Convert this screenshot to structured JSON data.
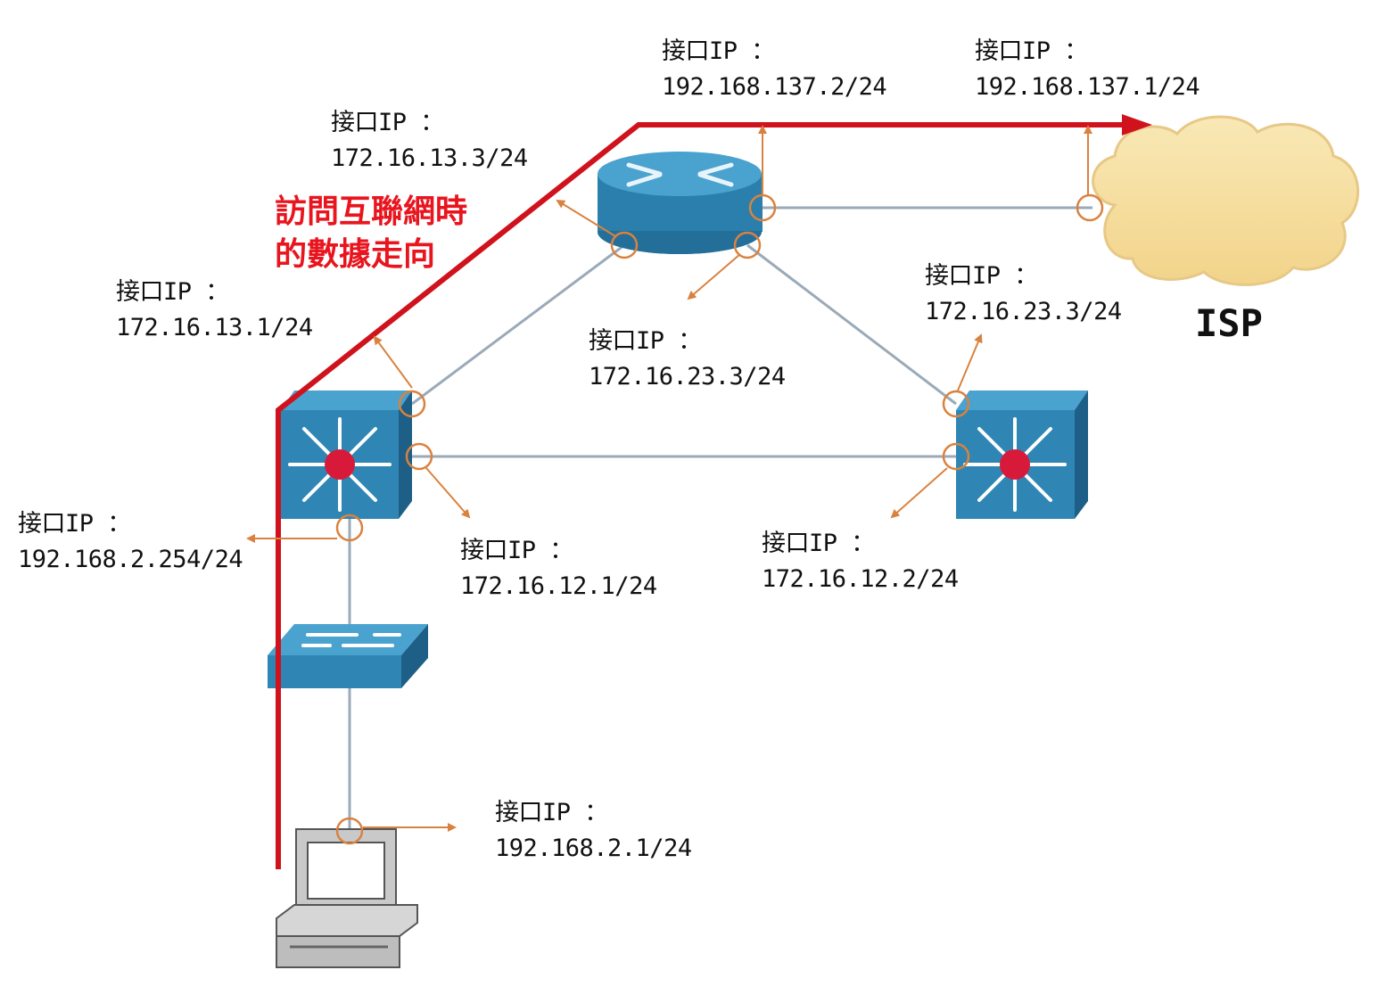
{
  "colors": {
    "data_path": "#d0121c",
    "caption": "#e8141e",
    "link_line": "#9aaab8",
    "pointer": "#d9823f",
    "device_blue": "#2f86b4",
    "device_blue_dark": "#1d5f86",
    "cloud_fill": "#f6dfa3"
  },
  "devices": {
    "router": {
      "icon": "router-icon"
    },
    "core_switch_left": {
      "icon": "multilayer-switch-icon"
    },
    "core_switch_right": {
      "icon": "multilayer-switch-icon"
    },
    "access_switch": {
      "icon": "workgroup-switch-icon"
    },
    "pc": {
      "icon": "workstation-icon"
    },
    "isp": {
      "icon": "cloud-icon",
      "label": "ISP"
    }
  },
  "caption": {
    "line1": "訪問互聯網時",
    "line2": "的數據走向"
  },
  "interfaces": [
    {
      "id": "router_up",
      "title": "接口IP ：",
      "ip": "192.168.137.2/24"
    },
    {
      "id": "isp_up",
      "title": "接口IP ：",
      "ip": "192.168.137.1/24"
    },
    {
      "id": "router_left",
      "title": "接口IP ：",
      "ip": "172.16.13.3/24"
    },
    {
      "id": "switch_left_up",
      "title": "接口IP ：",
      "ip": "172.16.13.1/24"
    },
    {
      "id": "router_down",
      "title": "接口IP ：",
      "ip": "172.16.23.3/24"
    },
    {
      "id": "switch_right_up",
      "title": "接口IP ：",
      "ip": "172.16.23.3/24"
    },
    {
      "id": "switch_left_down",
      "title": "接口IP ：",
      "ip": "192.168.2.254/24"
    },
    {
      "id": "switch_left_right",
      "title": "接口IP ：",
      "ip": "172.16.12.1/24"
    },
    {
      "id": "switch_right_left",
      "title": "接口IP ：",
      "ip": "172.16.12.2/24"
    },
    {
      "id": "pc",
      "title": "接口IP ：",
      "ip": "192.168.2.1/24"
    }
  ]
}
